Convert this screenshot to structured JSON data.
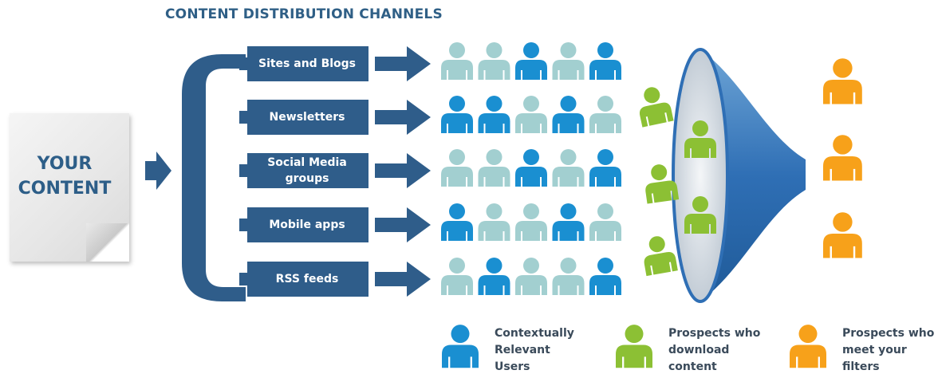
{
  "title": "CONTENT DISTRIBUTION CHANNELS",
  "content_label": "YOUR\nCONTENT",
  "channels": [
    {
      "label": "Sites and Blogs",
      "people": [
        "light",
        "light",
        "dark",
        "light",
        "dark"
      ]
    },
    {
      "label": "Newsletters",
      "people": [
        "dark",
        "dark",
        "light",
        "dark",
        "light"
      ]
    },
    {
      "label": "Social Media\ngroups",
      "people": [
        "light",
        "light",
        "dark",
        "light",
        "dark"
      ]
    },
    {
      "label": "Mobile apps",
      "people": [
        "dark",
        "light",
        "light",
        "dark",
        "light"
      ]
    },
    {
      "label": "RSS feeds",
      "people": [
        "light",
        "dark",
        "light",
        "light",
        "dark"
      ]
    }
  ],
  "legend": [
    {
      "color": "blue",
      "label": "Contextually\nRelevant\nUsers"
    },
    {
      "color": "green",
      "label": "Prospects who\ndownload\ncontent"
    },
    {
      "color": "orange",
      "label": "Prospects who\nmeet your\nfilters"
    }
  ],
  "colors": {
    "navy": "#2f5d8a",
    "person_dark": "#1a8fd1",
    "person_light": "#a2cfd0",
    "green": "#8cc034",
    "orange": "#f7a11a",
    "funnel": "#2f6fb5"
  }
}
